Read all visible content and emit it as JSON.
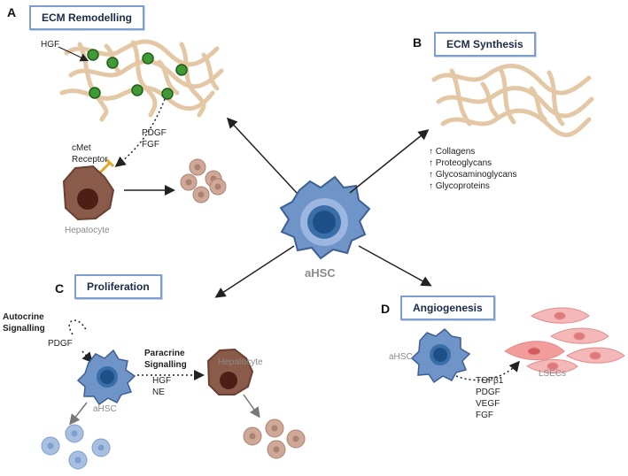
{
  "panels": {
    "a": {
      "letter": "A",
      "title": "ECM Remodelling"
    },
    "b": {
      "letter": "B",
      "title": "ECM Synthesis"
    },
    "c": {
      "letter": "C",
      "title": "Proliferation"
    },
    "d": {
      "letter": "D",
      "title": "Angiogenesis"
    }
  },
  "center": {
    "label": "aHSC"
  },
  "remodelling": {
    "hgf": "HGF",
    "factors": [
      "PDGF",
      "FGF"
    ],
    "receptor": [
      "cMet",
      "Receptor"
    ],
    "hepatocyte": "Hepatocyte"
  },
  "synthesis": {
    "items": [
      "↑ Collagens",
      "↑ Proteoglycans",
      "↑ Glycosaminoglycans",
      "↑ Glycoproteins"
    ]
  },
  "proliferation": {
    "autocrine": [
      "Autocrine",
      "Signalling"
    ],
    "pdgf": "PDGF",
    "cell_label": "aHSC",
    "paracrine": [
      "Paracrine",
      "Signalling"
    ],
    "paracrine_factors": [
      "HGF",
      "NE"
    ],
    "hepatocyte": "Hepatocyte"
  },
  "angiogenesis": {
    "cell_label": "aHSC",
    "factors": [
      "TGFβ1",
      "PDGF",
      "VEGF",
      "FGF"
    ],
    "target": "LSECs"
  },
  "colors": {
    "title_border": "#7f9ed0",
    "hsc_fill": "#6f94c8",
    "hsc_nucleus": "#1e4f86",
    "ecm_fiber": "#e4c8a6",
    "hgf_ball": "#3f9a35",
    "hepatocyte": "#8a5a4a",
    "lsec": "#f2a9a9"
  }
}
